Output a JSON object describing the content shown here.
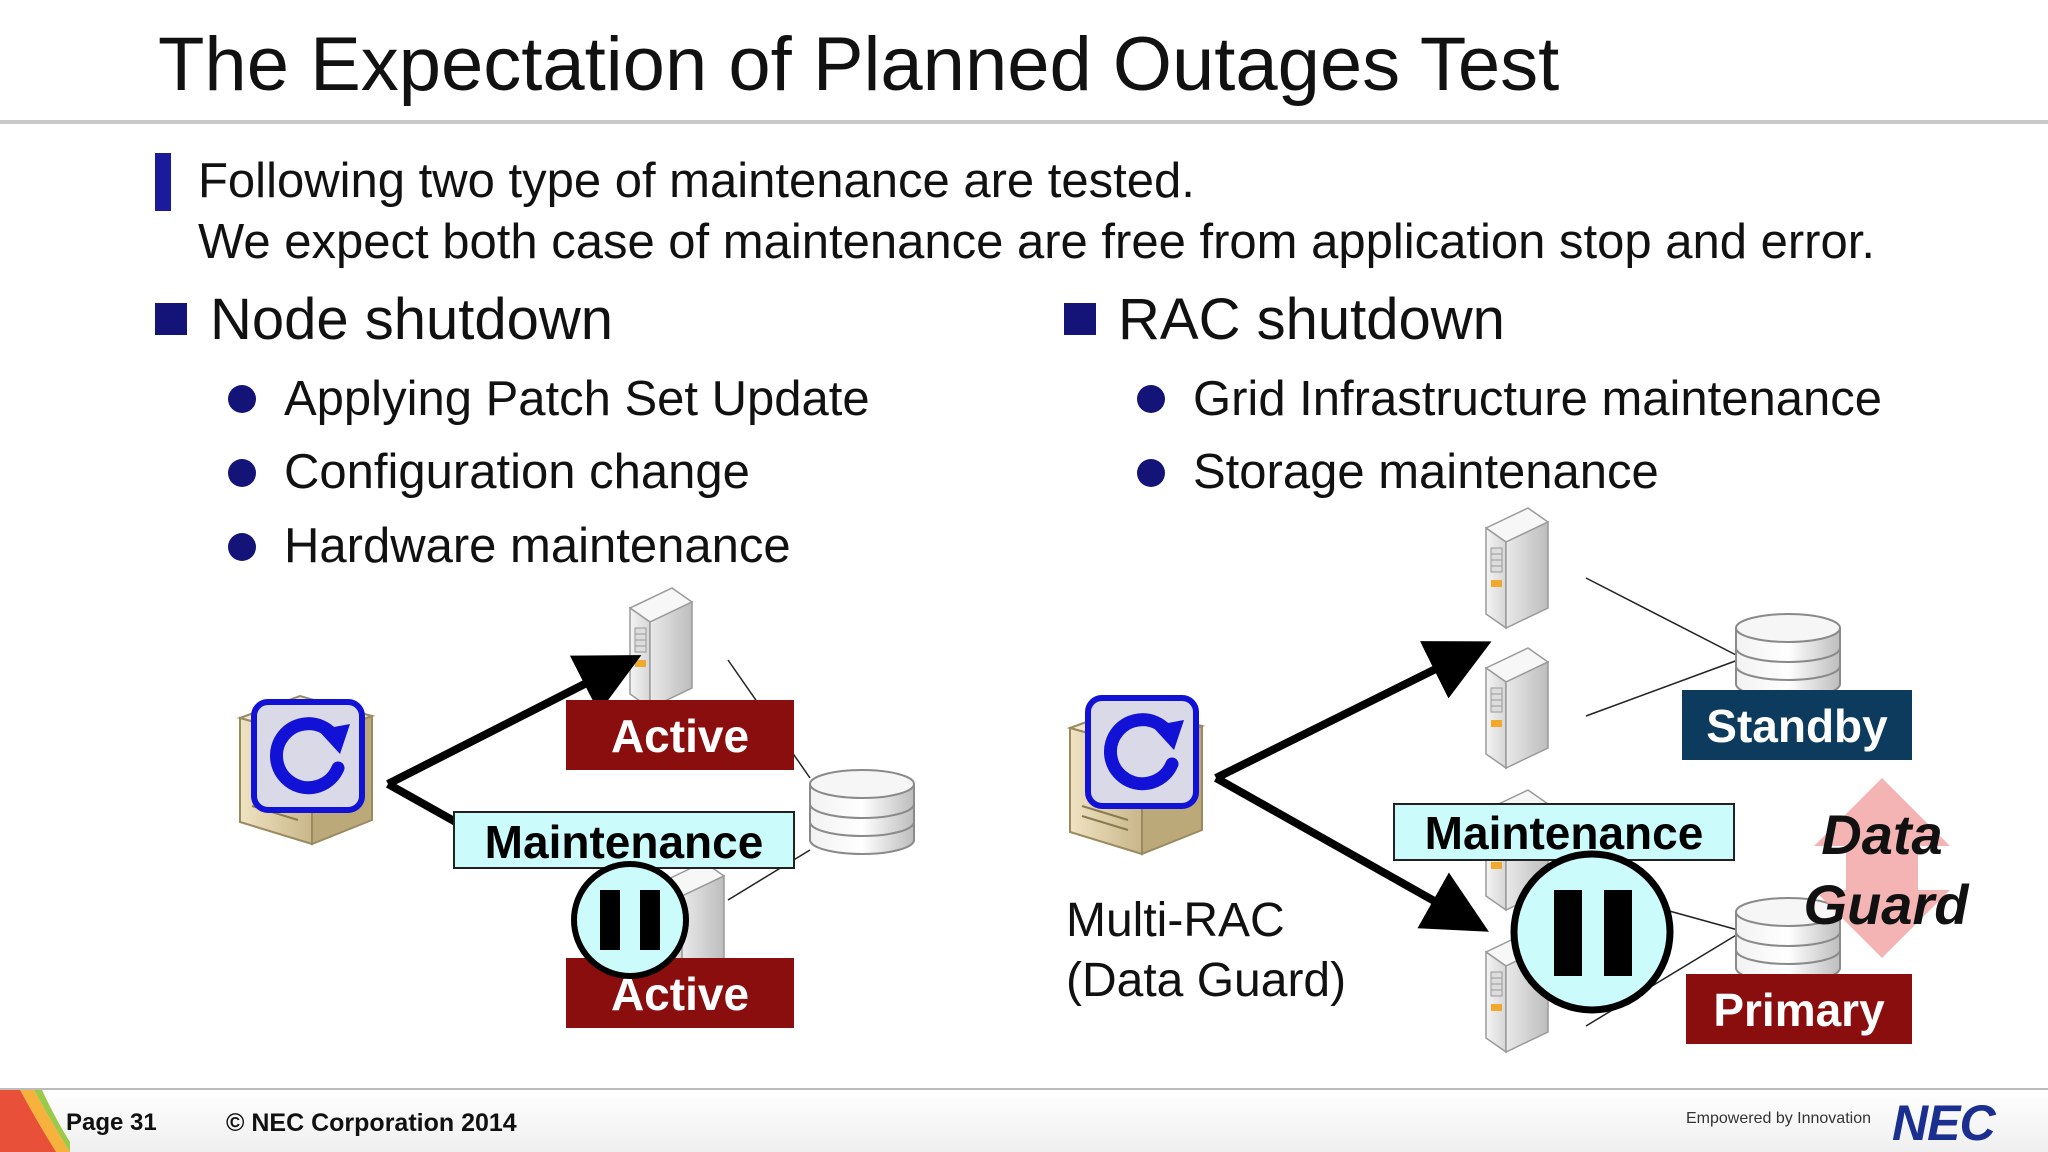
{
  "title": "The Expectation of Planned Outages Test",
  "intro": {
    "line1": "Following two type of maintenance are tested.",
    "line2": "We expect both case of maintenance are free from application stop and error."
  },
  "node_shutdown": {
    "heading": "Node shutdown",
    "items": [
      "Applying Patch Set Update",
      "Configuration change",
      "Hardware maintenance"
    ]
  },
  "rac_shutdown": {
    "heading": "RAC shutdown",
    "items": [
      "Grid Infrastructure maintenance",
      "Storage maintenance"
    ]
  },
  "left_diagram": {
    "active_top": "Active",
    "maintenance": "Maintenance",
    "active_bottom": "Active"
  },
  "right_diagram": {
    "standby": "Standby",
    "maintenance": "Maintenance",
    "primary": "Primary",
    "data_guard_line1": "Data",
    "data_guard_line2": "Guard",
    "caption_line1": "Multi-RAC",
    "caption_line2": "(Data Guard)"
  },
  "footer": {
    "page": "Page 31",
    "copyright": "© NEC Corporation 2014",
    "tagline": "Empowered by Innovation",
    "logo": "NEC"
  },
  "colors": {
    "navy": "#141478",
    "dark_red": "#8b0e0e",
    "dark_teal": "#0d3b5e",
    "maintenance_fill": "#ccfbfb",
    "sync_blue": "#1212d6",
    "data_guard_arrow": "#f2a7a7"
  }
}
